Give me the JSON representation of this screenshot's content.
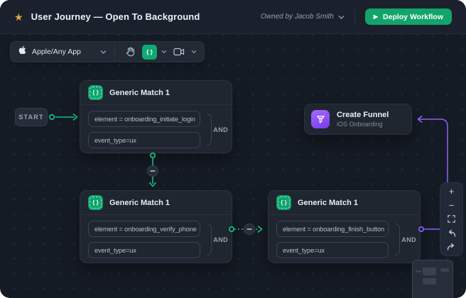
{
  "window": {
    "title": "User Journey — Open To Background",
    "owner": "Owned by Jacob Smith",
    "deploy_button": "Deploy Workflow"
  },
  "toolbar": {
    "app_selector": "Apple/Any App",
    "braces_glyph": "{ }"
  },
  "canvas": {
    "start_label": "START",
    "match_nodes": [
      {
        "title": "Generic Match 1",
        "operator": "AND",
        "conditions": [
          "element = onboarding_initiate_login",
          "event_type=ux"
        ]
      },
      {
        "title": "Generic Match 1",
        "operator": "AND",
        "conditions": [
          "element = onboarding_verify_phone",
          "event_type=ux"
        ]
      },
      {
        "title": "Generic Match 1",
        "operator": "AND",
        "conditions": [
          "element = onboarding_finish_button",
          "event_type=ux"
        ]
      }
    ],
    "action_node": {
      "title": "Create Funnel",
      "subtitle": "iOS Onboarding"
    }
  },
  "controls": {
    "star_glyph": "★",
    "play_glyph": "▶",
    "zoom_in": "+",
    "zoom_out": "−"
  },
  "colors": {
    "accent_green": "#14b981",
    "accent_purple": "#8a5cf6",
    "deploy_green": "#12a46b",
    "star_orange": "#f2a33c"
  }
}
